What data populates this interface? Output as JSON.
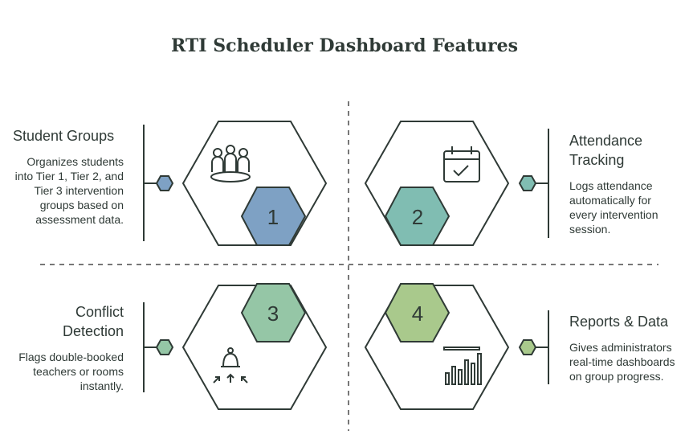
{
  "title": "RTI Scheduler Dashboard Features",
  "features": [
    {
      "number": "1",
      "heading": "Student Groups",
      "description": "Organizes students into Tier 1, Tier 2, and Tier 3 intervention groups based on assessment data.",
      "icon": "student-group-icon",
      "color": "#7ea1c4"
    },
    {
      "number": "2",
      "heading": "Attendance Tracking",
      "description": "Logs attendance automatically for every intervention session.",
      "icon": "calendar-check-icon",
      "color": "#80bdb2"
    },
    {
      "number": "3",
      "heading": "Conflict Detection",
      "description": "Flags double-booked teachers or rooms instantly.",
      "icon": "conflict-bell-icon",
      "color": "#95c6a6"
    },
    {
      "number": "4",
      "heading": "Reports & Data",
      "description": "Gives administrators real-time dashboards on group progress.",
      "icon": "bar-chart-icon",
      "color": "#a9c98c"
    }
  ]
}
